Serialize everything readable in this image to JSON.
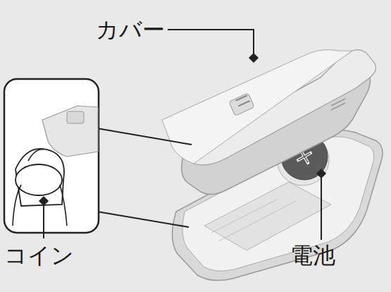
{
  "diagram": {
    "labels": [
      "カバー",
      "コイン",
      "電池"
    ]
  }
}
